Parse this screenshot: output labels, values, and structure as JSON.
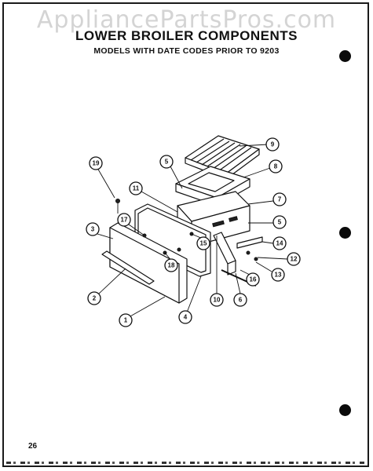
{
  "watermark": "AppliancePartsPros.com",
  "title": "LOWER BROILER COMPONENTS",
  "subtitle": "MODELS WITH DATE CODES PRIOR TO 9203",
  "page_number": "26",
  "callouts": [
    {
      "label": "9",
      "name": "callout-9"
    },
    {
      "label": "5",
      "name": "callout-5-top"
    },
    {
      "label": "8",
      "name": "callout-8"
    },
    {
      "label": "19",
      "name": "callout-19"
    },
    {
      "label": "11",
      "name": "callout-11"
    },
    {
      "label": "7",
      "name": "callout-7"
    },
    {
      "label": "5",
      "name": "callout-5-right"
    },
    {
      "label": "17",
      "name": "callout-17"
    },
    {
      "label": "3",
      "name": "callout-3"
    },
    {
      "label": "15",
      "name": "callout-15"
    },
    {
      "label": "14",
      "name": "callout-14"
    },
    {
      "label": "18",
      "name": "callout-18"
    },
    {
      "label": "12",
      "name": "callout-12"
    },
    {
      "label": "13",
      "name": "callout-13"
    },
    {
      "label": "16",
      "name": "callout-16"
    },
    {
      "label": "2",
      "name": "callout-2"
    },
    {
      "label": "10",
      "name": "callout-10"
    },
    {
      "label": "6",
      "name": "callout-6"
    },
    {
      "label": "4",
      "name": "callout-4"
    },
    {
      "label": "1",
      "name": "callout-1"
    }
  ]
}
